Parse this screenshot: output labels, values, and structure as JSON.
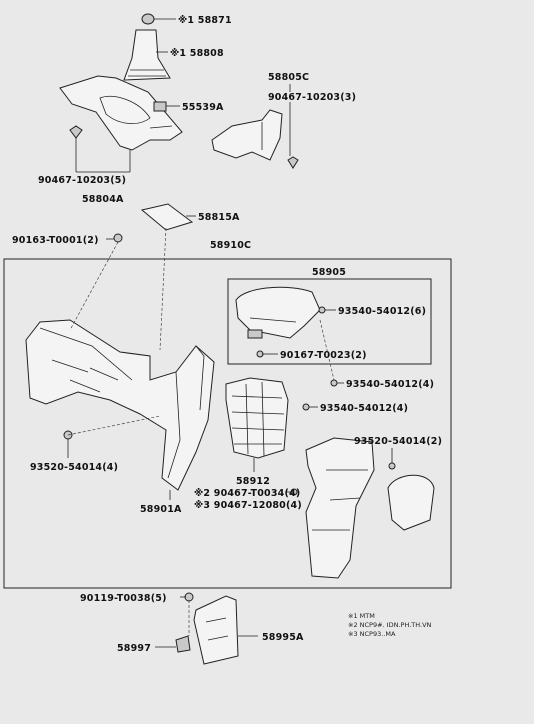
{
  "callouts": {
    "c58871": "※1 58871",
    "c58808": "※1 58808",
    "c58805C": "58805C",
    "c90467_10203_3": "90467-10203(3)",
    "c55539A": "55539A",
    "c90467_10203_5": "90467-10203(5)",
    "c58804A": "58804A",
    "c58815A": "58815A",
    "c90163_T0001": "90163-T0001(2)",
    "c58910C": "58910C",
    "c58905": "58905",
    "c93540_6": "93540-54012(6)",
    "c90167_T0023": "90167-T0023(2)",
    "c93540_4a": "93540-54012(4)",
    "c93540_4b": "93540-54012(4)",
    "c93520_2": "93520-54014(2)",
    "c93520_4": "93520-54014(4)",
    "c58912": "58912",
    "c90467_T0034": "※2 90467-T0034(4)",
    "c90467_12080": "※3 90467-12080(4)",
    "c58901A": "58901A",
    "c90119_T0038": "90119-T0038(5)",
    "c58997": "58997",
    "c58995A": "58995A"
  },
  "notes": {
    "n1": "※1 MTM",
    "n2": "※2 NCP9#. IDN.PH.TH.VN",
    "n3": "※3 NCP93..MA"
  }
}
